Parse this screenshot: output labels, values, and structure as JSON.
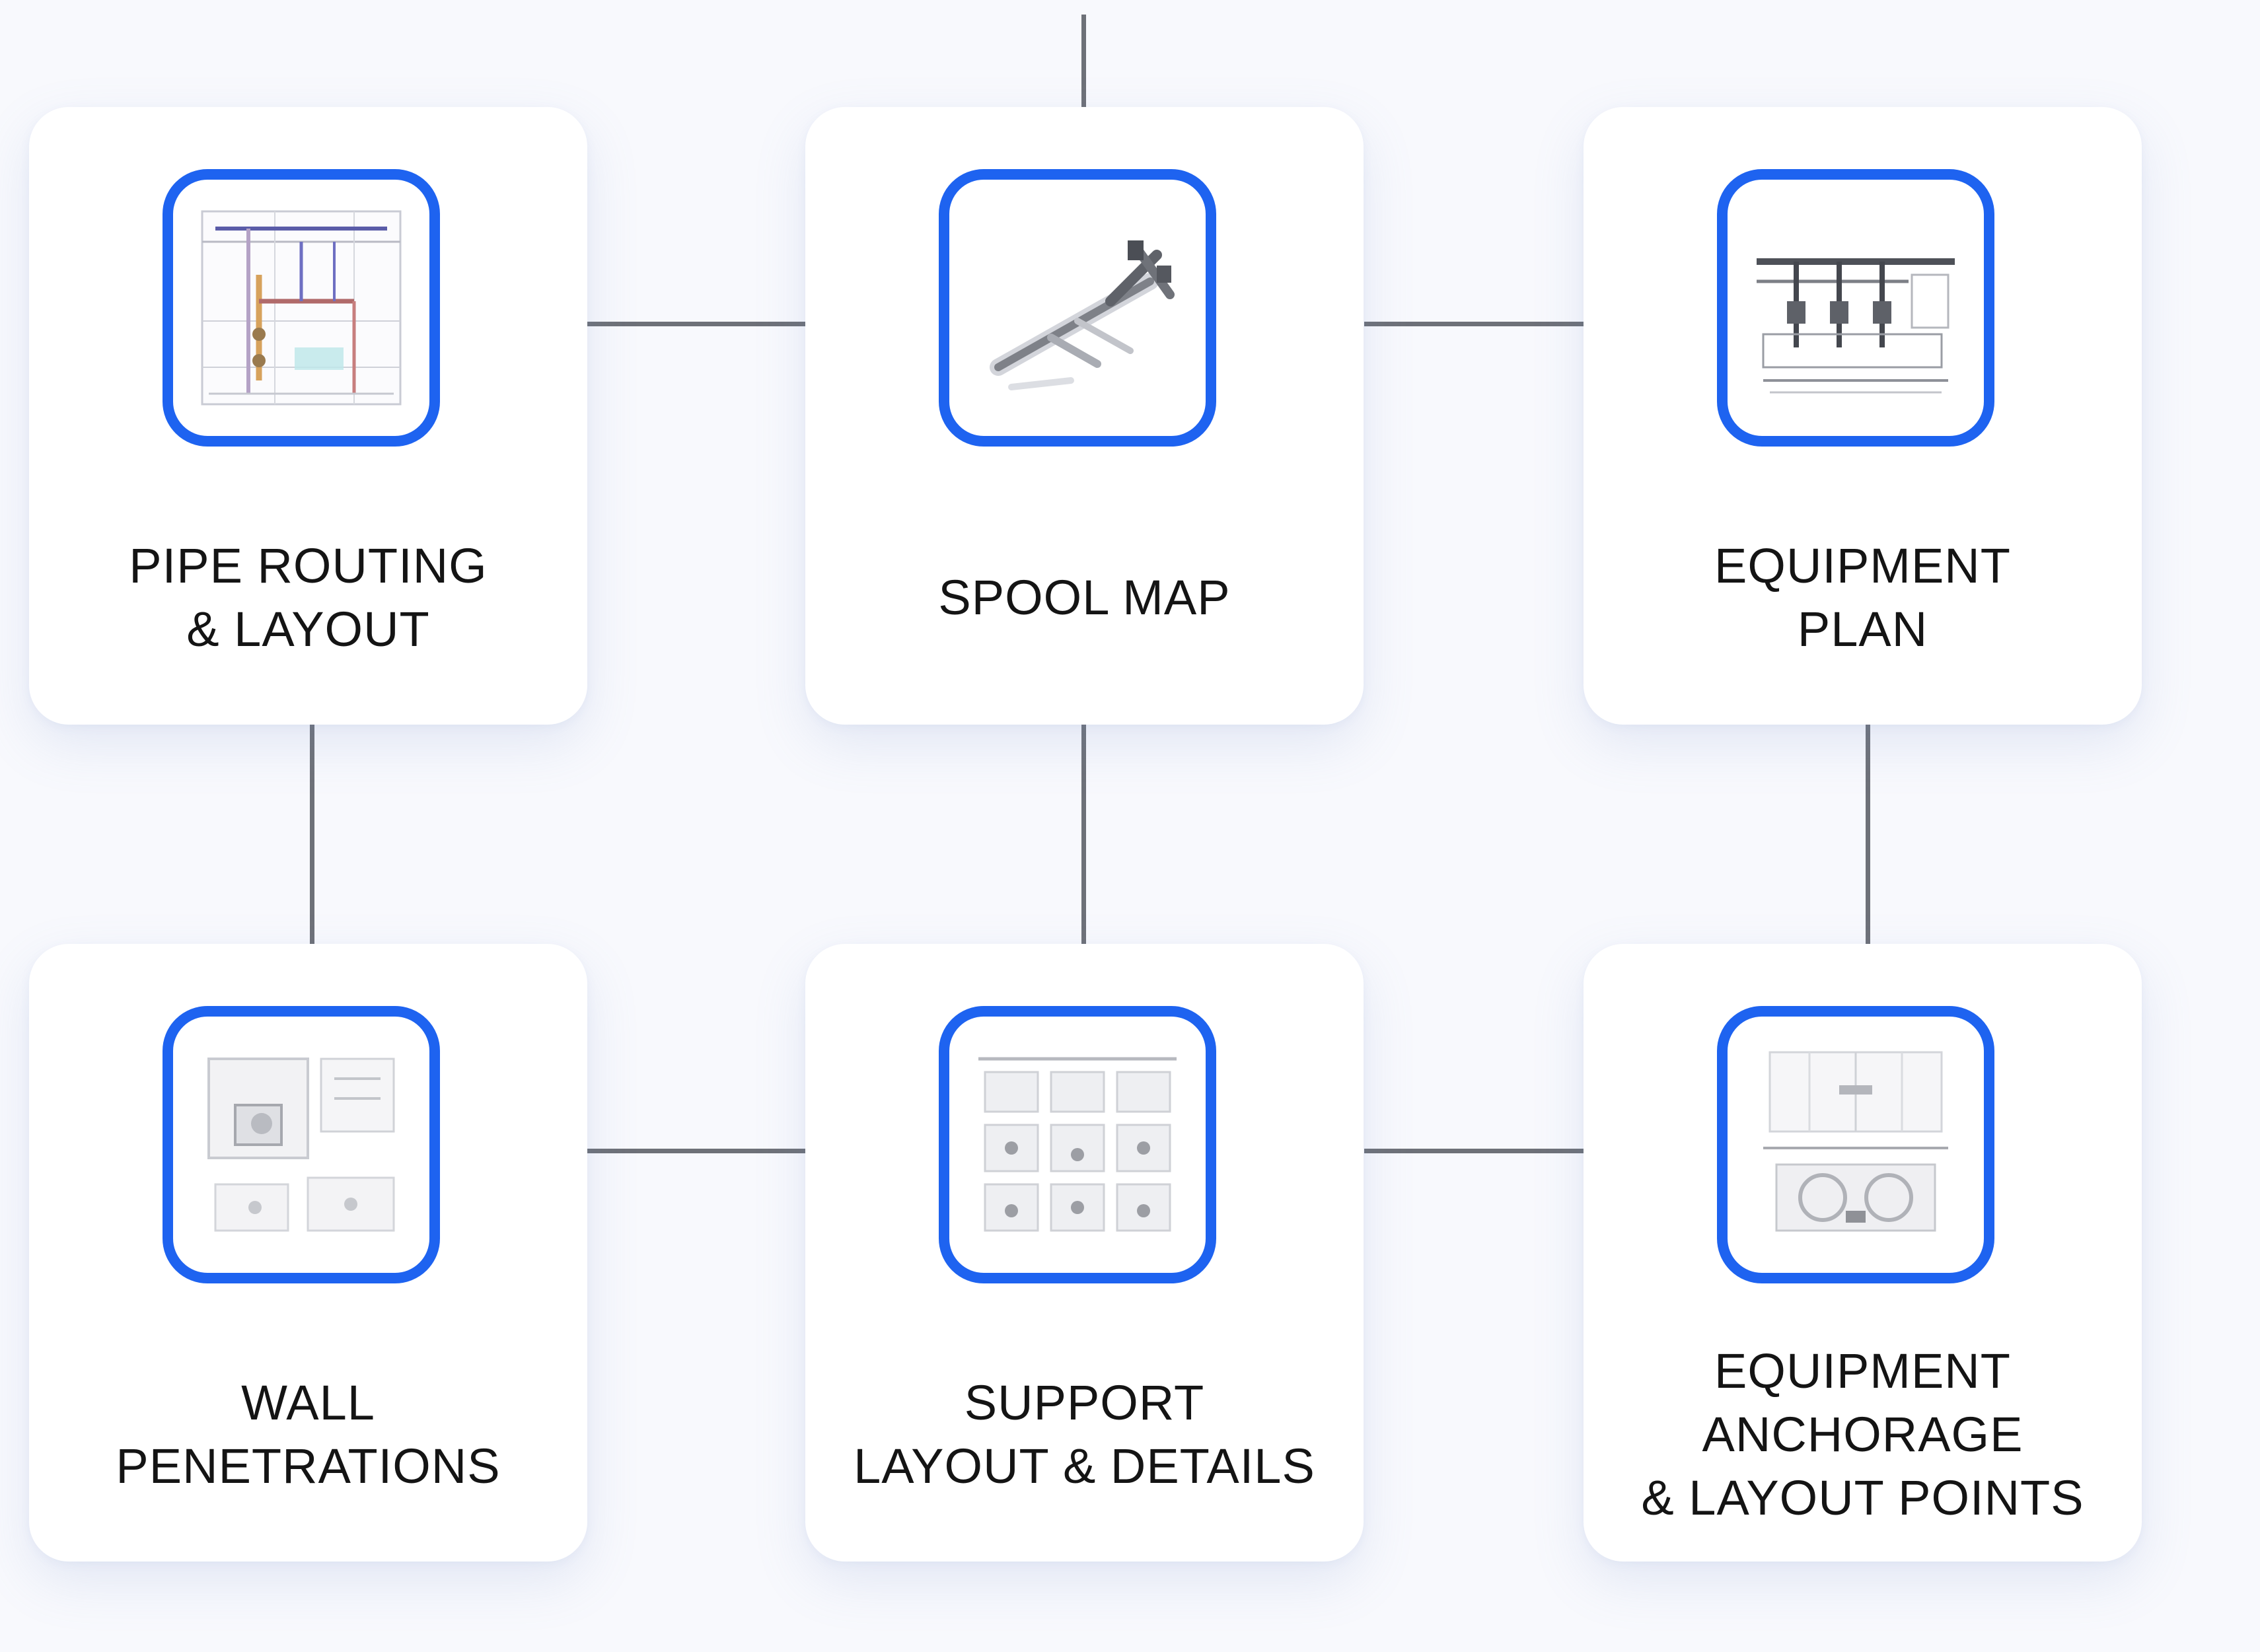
{
  "cards": [
    {
      "id": "pipe-routing",
      "lines": [
        "PIPE ROUTING",
        "& LAYOUT"
      ],
      "thumbnail": "pipe-routing-drawing"
    },
    {
      "id": "spool-map",
      "lines": [
        "SPOOL MAP"
      ],
      "thumbnail": "isometric-spool-drawing"
    },
    {
      "id": "equipment-plan",
      "lines": [
        "EQUIPMENT",
        "PLAN"
      ],
      "thumbnail": "equipment-plan-drawing"
    },
    {
      "id": "wall-penetrations",
      "lines": [
        "WALL",
        "PENETRATIONS"
      ],
      "thumbnail": "wall-penetration-drawing"
    },
    {
      "id": "support-layout",
      "lines": [
        "SUPPORT",
        "LAYOUT & DETAILS"
      ],
      "thumbnail": "support-details-drawing"
    },
    {
      "id": "equipment-anchorage",
      "lines": [
        "EQUIPMENT",
        "ANCHORAGE",
        "& LAYOUT POINTS"
      ],
      "thumbnail": "anchorage-drawing"
    }
  ],
  "colors": {
    "accent": "#1e63f0",
    "connector": "#6e7178",
    "background": "#f8f9fd",
    "card": "#ffffff",
    "text": "#141414"
  }
}
